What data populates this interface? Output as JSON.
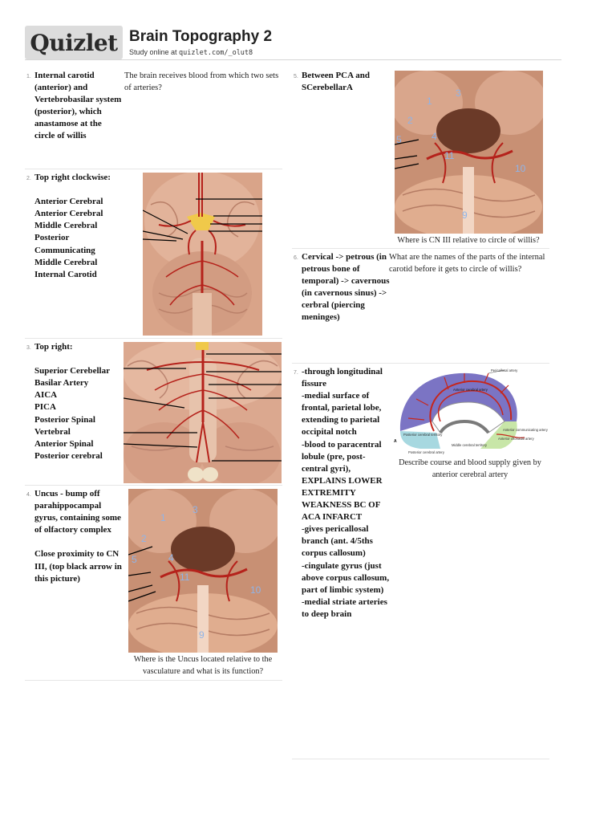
{
  "header": {
    "logo": "Quizlet",
    "title": "Brain Topography 2",
    "study_prefix": "Study online at ",
    "study_url": "quizlet.com/_olut8"
  },
  "cards": [
    {
      "number": "1.",
      "term": "Internal carotid (anterior) and Vertebrobasilar system (posterior), which anastamose at the circle of willis",
      "definition": "The brain receives blood from which two sets of arteries?"
    },
    {
      "number": "2.",
      "term": "Top right clockwise:\n\nAnterior Cerebral\nAnterior Cerebral\nMiddle Cerebral\nPosterior Communicating\nMiddle Cerebral\nInternal Carotid",
      "image": "ventral-brain-arteries-photo"
    },
    {
      "number": "3.",
      "term": "Top right:\n\nSuperior Cerebellar\nBasilar Artery\nAICA\nPICA\nPosterior Spinal\nVertebral\nAnterior Spinal\nPosterior cerebral",
      "image": "brainstem-arteries-photo"
    },
    {
      "number": "4.",
      "term": "Uncus - bump off parahippocampal gyrus, containing some of olfactory complex\n\nClose proximity to CN III, (top black arrow in this picture)",
      "caption": "Where is the Uncus located relative to the vasculature and what is its function?",
      "image_labels": [
        "1",
        "2",
        "3",
        "4",
        "5",
        "9",
        "10",
        "11"
      ]
    },
    {
      "number": "5.",
      "term": "Between PCA and SCerebellarA",
      "caption": "Where is CN III relative to circle of willis?",
      "image_labels": [
        "1",
        "2",
        "3",
        "4",
        "5",
        "9",
        "10",
        "11"
      ]
    },
    {
      "number": "6.",
      "term": "Cervical -> petrous (in petrous bone of temporal) -> cavernous (in cavernous sinus) -> cerbral (piercing meninges)",
      "definition": "What are the names of the parts of the internal carotid before it gets to circle of willis?"
    },
    {
      "number": "7.",
      "term": "-through longitudinal fissure\n-medial surface of frontal, parietal lobe, extending to parietal occipital notch\n-blood to paracentral lobule (pre, post-central gyri), EXPLAINS LOWER EXTREMITY WEAKNESS BC OF ACA INFARCT\n-gives pericallosal branch (ant. 4/5ths corpus callosum)\n-cingulate gyrus (just above corpus callosum, part of limbic system)\n-medial striate arteries to deep brain",
      "caption": "Describe course and blood supply given by anterior cerebral artery",
      "diagram_labels": {
        "pericallosal": "Pericallosal artery",
        "aca": "Anterior cerebral artery",
        "acom": "Anterior communicating artery",
        "ant_choroidal": "Anterior choroidal artery",
        "pca_territory": "Posterior cerebral territory",
        "mca_territory": "Middle cerebral territory",
        "pca": "Posterior cerebral artery",
        "letter": "A"
      }
    }
  ],
  "colors": {
    "logo_bg": "#dcdcdc",
    "tissue": "#d9a489",
    "artery": "#b5221b",
    "aca_territory": "#7b74c4",
    "mca_territory": "#a7d8e0",
    "pca_territory": "#c8e6a8"
  }
}
